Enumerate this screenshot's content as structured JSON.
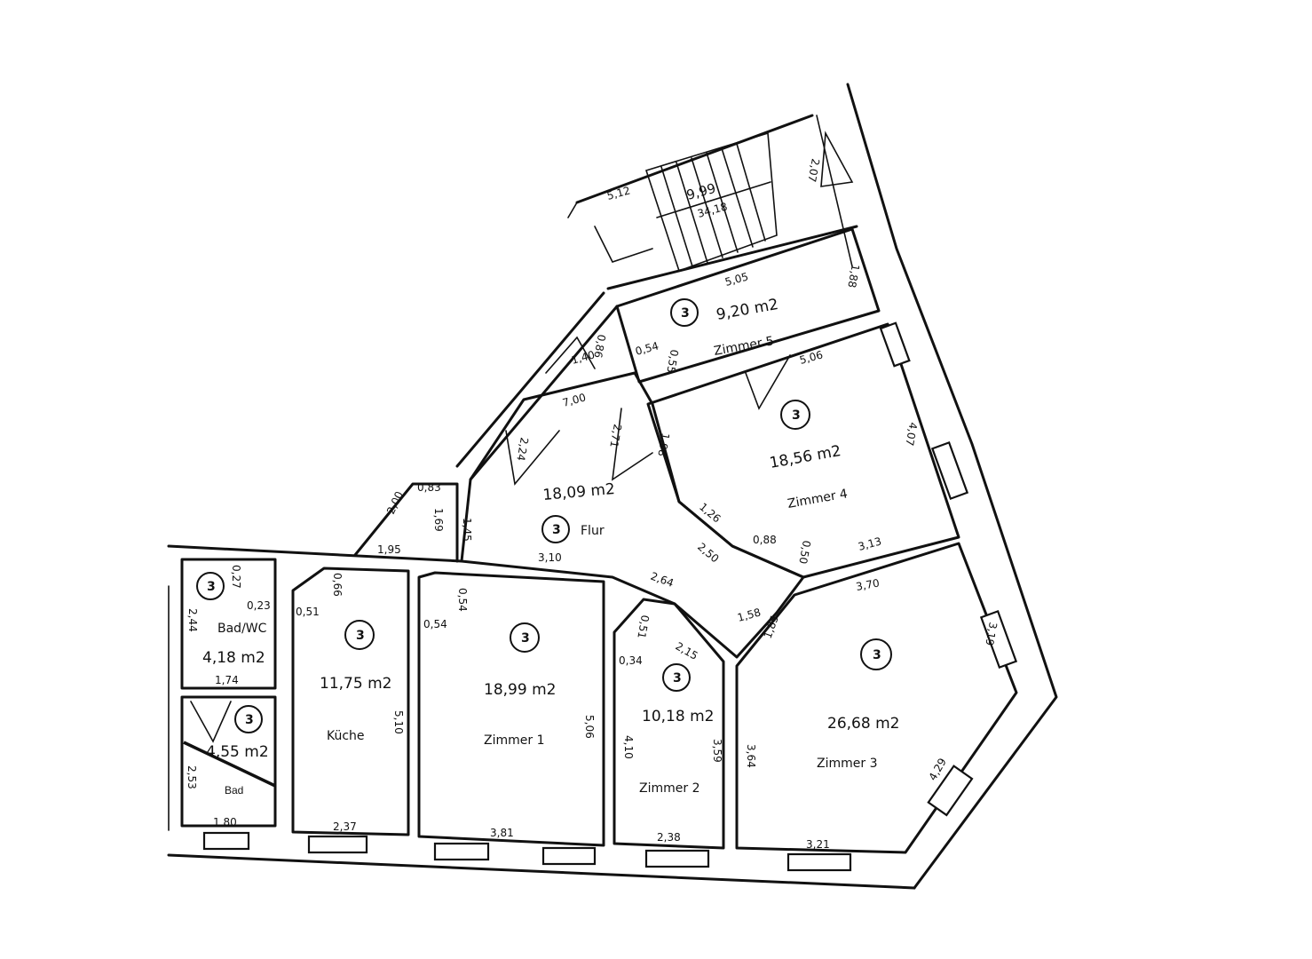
{
  "rooms": {
    "zimmer5": {
      "code": "3",
      "area": "9,20 m2",
      "name": "Zimmer 5"
    },
    "zimmer4": {
      "code": "3",
      "area": "18,56 m2",
      "name": "Zimmer 4"
    },
    "flur": {
      "code": "3",
      "area": "18,09 m2",
      "name": "Flur"
    },
    "badwc": {
      "code": "3",
      "area": "4,18 m2",
      "name": "Bad/WC"
    },
    "bad": {
      "code": "3",
      "area": "4,55 m2",
      "name": "Bad"
    },
    "kueche": {
      "code": "3",
      "area": "11,75 m2",
      "name": "Küche"
    },
    "zimmer1": {
      "code": "3",
      "area": "18,99 m2",
      "name": "Zimmer 1"
    },
    "zimmer2": {
      "code": "3",
      "area": "10,18 m2",
      "name": "Zimmer 2"
    },
    "zimmer3": {
      "code": "3",
      "area": "26,68 m2",
      "name": "Zimmer 3"
    }
  },
  "stair": {
    "area": "9,99",
    "sub": "34,18"
  },
  "dims": {
    "d512": "5,12",
    "d207": "2,07",
    "d505": "5,05",
    "d188": "1,88",
    "d054": "0,54",
    "d055": "0,55",
    "d140": "1,40",
    "d086": "0,86",
    "d506": "5,06",
    "d700": "7,00",
    "d224": "2,24",
    "d271": "2,71",
    "d198": "1,98",
    "d407": "4,07",
    "d200": "2,00",
    "d083": "0,83",
    "d169": "1,69",
    "d145": "1,45",
    "d195": "1,95",
    "d310": "3,10",
    "d126": "1,26",
    "d088": "0,88",
    "d050": "0,50",
    "d313": "3,13",
    "d250": "2,50",
    "d027": "0,27",
    "d023": "0,23",
    "d244": "2,44",
    "d174": "1,74",
    "d066": "0,66",
    "d051a": "0,51",
    "d054b": "0,54",
    "d054c": "0,54",
    "d264": "2,64",
    "d158": "1,58",
    "d051b": "0,51",
    "d215": "2,15",
    "d034": "0,34",
    "d370": "3,70",
    "d319": "3,19",
    "d185": "1,85",
    "d510": "5,10",
    "d506b": "5,06",
    "d410": "4,10",
    "d359": "3,59",
    "d364": "3,64",
    "d429": "4,29",
    "d253": "2,53",
    "d180": "1,80",
    "d237": "2,37",
    "d381": "3,81",
    "d238": "2,38",
    "d321": "3,21"
  }
}
